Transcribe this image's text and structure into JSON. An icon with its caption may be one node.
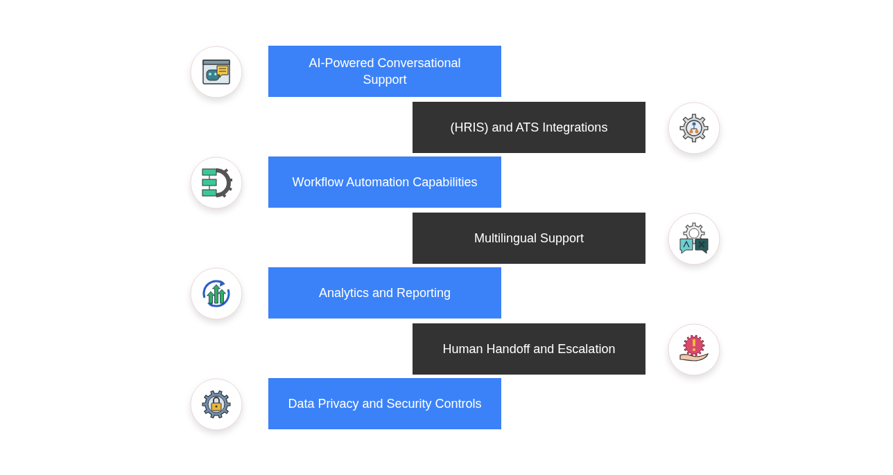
{
  "diagram": {
    "nodes": [
      {
        "text": [
          "AI-Powered Conversational Support"
        ]
      },
      {
        "text": [
          "(HRIS) and ATS Integrations"
        ]
      },
      {
        "text": [
          "Workflow Automation Capabilities"
        ]
      },
      {
        "text": [
          "Multilingual Support"
        ]
      },
      {
        "text": [
          "Analytics and Reporting"
        ]
      },
      {
        "text": [
          "Human Handoff and Escalation"
        ]
      },
      {
        "text": [
          "Data Privacy and Security Controls"
        ]
      }
    ]
  }
}
